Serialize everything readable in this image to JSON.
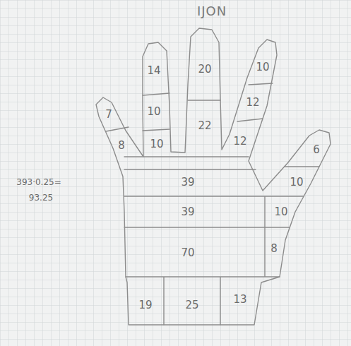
{
  "diagram": {
    "title": "IJON",
    "labels": [
      "20",
      "10",
      "14",
      "12",
      "10",
      "7",
      "22",
      "12",
      "8",
      "10",
      "6",
      "39",
      "10",
      "393·0.25=",
      "93.25",
      "39",
      "10",
      "8",
      "70",
      "13",
      "19",
      "25"
    ]
  }
}
